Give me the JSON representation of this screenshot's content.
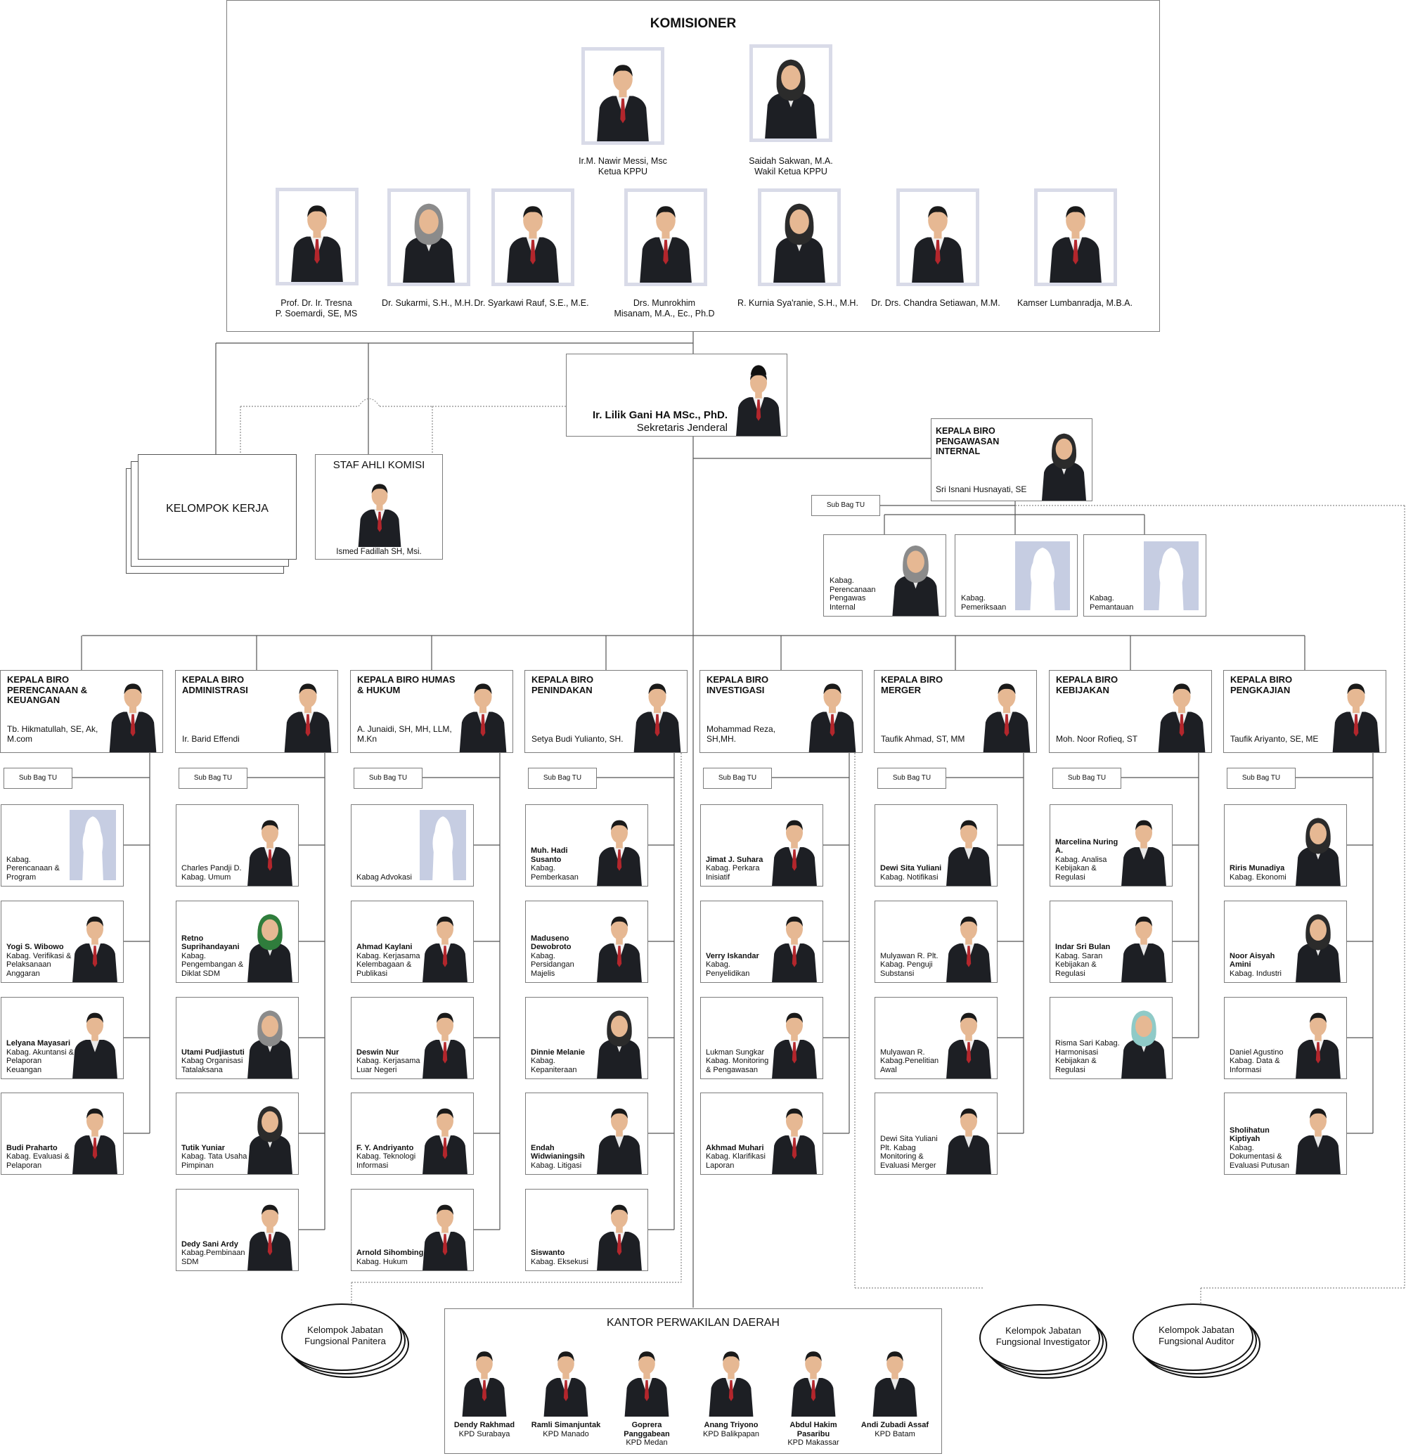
{
  "komisioner": {
    "title": "KOMISIONER",
    "leaders": [
      {
        "name": "Ir.M. Nawir Messi, Msc",
        "role": "Ketua KPPU"
      },
      {
        "name": "Saidah Sakwan, M.A.",
        "role": "Wakil Ketua KPPU"
      }
    ],
    "members": [
      {
        "line1": "Prof. Dr. Ir. Tresna",
        "line2": "P. Soemardi, SE, MS"
      },
      {
        "line1": "Dr. Sukarmi, S.H., M.H.",
        "line2": ""
      },
      {
        "line1": "Dr. Syarkawi Rauf, S.E., M.E.",
        "line2": ""
      },
      {
        "line1": "Drs. Munrokhim",
        "line2": "Misanam, M.A., Ec., Ph.D"
      },
      {
        "line1": "R. Kurnia Sya'ranie, S.H., M.H.",
        "line2": ""
      },
      {
        "line1": "Dr. Drs. Chandra Setiawan, M.M.",
        "line2": ""
      },
      {
        "line1": "Kamser Lumbanradja, M.B.A.",
        "line2": ""
      }
    ]
  },
  "sekjen": {
    "name": "Ir. Lilik Gani HA MSc., PhD.",
    "role": "Sekretaris Jenderal"
  },
  "kelompok_kerja": {
    "label": "KELOMPOK KERJA"
  },
  "staf_ahli": {
    "title": "STAF AHLI KOMISI",
    "name": "Ismed Fadillah SH, Msi."
  },
  "pengawasan": {
    "title": "KEPALA BIRO PENGAWASAN INTERNAL",
    "name": "Sri Isnani Husnayati, SE",
    "subbag": "Sub Bag TU",
    "kabags": [
      "Kabag. Perencanaan Pengawas Internal",
      "Kabag. Pemeriksaan",
      "Kabag. Pemantauan"
    ]
  },
  "biros": [
    {
      "title": "KEPALA BIRO PERENCANAAN & KEUANGAN",
      "head": "Tb. Hikmatullah, SE, Ak, M.com",
      "subbag": "Sub Bag TU",
      "staff": [
        {
          "name": "",
          "role": "Kabag. Perencanaan & Program"
        },
        {
          "name": "Yogi S. Wibowo",
          "role": "Kabag. Verifikasi & Pelaksanaan Anggaran"
        },
        {
          "name": "Lelyana Mayasari",
          "role": "Kabag. Akuntansi & Pelaporan Keuangan"
        },
        {
          "name": "Budi Praharto",
          "role": "Kabag. Evaluasi & Pelaporan"
        }
      ]
    },
    {
      "title": "KEPALA BIRO ADMINISTRASI",
      "head": "Ir. Barid Effendi",
      "subbag": "Sub Bag TU",
      "staff": [
        {
          "name": "",
          "role": "Charles Pandji D. Kabag. Umum"
        },
        {
          "name": "Retno Suprihandayani",
          "role": "Kabag. Pengembangan & Diklat SDM"
        },
        {
          "name": "Utami Pudjiastuti",
          "role": "Kabag Organisasi Tatalaksana"
        },
        {
          "name": "Tutik Yuniar",
          "role": "Kabag. Tata Usaha Pimpinan"
        },
        {
          "name": "Dedy Sani Ardy",
          "role": "Kabag.Pembinaan SDM"
        }
      ]
    },
    {
      "title": "KEPALA BIRO HUMAS & HUKUM",
      "head": "A. Junaidi, SH, MH, LLM, M.Kn",
      "subbag": "Sub Bag TU",
      "staff": [
        {
          "name": "",
          "role": "Kabag Advokasi"
        },
        {
          "name": "Ahmad Kaylani",
          "role": "Kabag. Kerjasama Kelembagaan & Publikasi"
        },
        {
          "name": "Deswin Nur",
          "role": "Kabag. Kerjasama Luar Negeri"
        },
        {
          "name": "F. Y. Andriyanto",
          "role": "Kabag. Teknologi Informasi"
        },
        {
          "name": "Arnold Sihombing",
          "role": "Kabag. Hukum"
        }
      ]
    },
    {
      "title": "KEPALA BIRO PENINDAKAN",
      "head": "Setya Budi Yulianto, SH.",
      "subbag": "Sub Bag TU",
      "staff": [
        {
          "name": "Muh. Hadi Susanto",
          "role": "Kabag. Pemberkasan"
        },
        {
          "name": "Maduseno Dewobroto",
          "role": "Kabag. Persidangan Majelis"
        },
        {
          "name": "Dinnie Melanie",
          "role": "Kabag. Kepaniteraan"
        },
        {
          "name": "Endah Widwianingsih",
          "role": "Kabag. Litigasi"
        },
        {
          "name": "Siswanto",
          "role": "Kabag. Eksekusi"
        }
      ]
    },
    {
      "title": "KEPALA BIRO INVESTIGASI",
      "head": "Mohammad Reza, SH,MH.",
      "subbag": "Sub Bag TU",
      "staff": [
        {
          "name": "Jimat J. Suhara",
          "role": "Kabag. Perkara Inisiatif"
        },
        {
          "name": "Verry Iskandar",
          "role": "Kabag. Penyelidikan"
        },
        {
          "name": "",
          "role": "Lukman Sungkar Kabag. Monitoring & Pengawasan"
        },
        {
          "name": "Akhmad Muhari",
          "role": "Kabag. Klarifikasi Laporan"
        }
      ]
    },
    {
      "title": "KEPALA BIRO MERGER",
      "head": "Taufik Ahmad, ST, MM",
      "subbag": "Sub Bag TU",
      "staff": [
        {
          "name": "Dewi Sita Yuliani",
          "role": "Kabag. Notifikasi"
        },
        {
          "name": "",
          "role": "Mulyawan R. Plt. Kabag. Penguji Substansi"
        },
        {
          "name": "",
          "role": "Mulyawan R. Kabag.Penelitian Awal"
        },
        {
          "name": "",
          "role": "Dewi Sita Yuliani Plt. Kabag Monitoring & Evaluasi Merger"
        }
      ]
    },
    {
      "title": "KEPALA BIRO KEBIJAKAN",
      "head": "Moh. Noor Rofieq, ST",
      "subbag": "Sub Bag TU",
      "staff": [
        {
          "name": "Marcelina Nuring A.",
          "role": "Kabag. Analisa Kebijakan & Regulasi"
        },
        {
          "name": "Indar Sri Bulan",
          "role": "Kabag. Saran Kebijakan & Regulasi"
        },
        {
          "name": "",
          "role": "Risma Sari Kabag. Harmonisasi Kebijakan & Regulasi"
        }
      ]
    },
    {
      "title": "KEPALA BIRO PENGKAJIAN",
      "head": "Taufik Ariyanto, SE, ME",
      "subbag": "Sub Bag TU",
      "staff": [
        {
          "name": "Riris Munadiya",
          "role": "Kabag. Ekonomi"
        },
        {
          "name": "Noor Aisyah Amini",
          "role": "Kabag. Industri"
        },
        {
          "name": "",
          "role": "Daniel Agustino Kabag. Data & Informasi"
        },
        {
          "name": "Sholihatun Kiptiyah",
          "role": "Kabag. Dokumentasi & Evaluasi Putusan"
        }
      ]
    }
  ],
  "fungsional": [
    {
      "line1": "Kelompok Jabatan",
      "line2": "Fungsional Panitera"
    },
    {
      "line1": "Kelompok Jabatan",
      "line2": "Fungsional Investigator"
    },
    {
      "line1": "Kelompok Jabatan",
      "line2": "Fungsional Auditor"
    }
  ],
  "kpd": {
    "title": "KANTOR PERWAKILAN DAERAH",
    "offices": [
      {
        "name": "Dendy Rakhmad",
        "office": "KPD Surabaya"
      },
      {
        "name": "Ramli Simanjuntak",
        "office": "KPD Manado"
      },
      {
        "name": "Goprera Panggabean",
        "office": "KPD Medan"
      },
      {
        "name": "Anang Triyono",
        "office": "KPD Balikpapan"
      },
      {
        "name": "Abdul Hakim Pasaribu",
        "office": "KPD Makassar"
      },
      {
        "name": "Andi Zubadi Assaf",
        "office": "KPD Batam"
      }
    ]
  },
  "colors": {
    "line": "#555555",
    "border": "#7d7d7d",
    "placeholder": "#c6cde2",
    "suit": "#1d1f24",
    "shirt": "#f2f2f2",
    "tie": "#b3262c"
  },
  "icons": {
    "person": "person-photo-icon",
    "placeholder": "person-silhouette-icon"
  }
}
